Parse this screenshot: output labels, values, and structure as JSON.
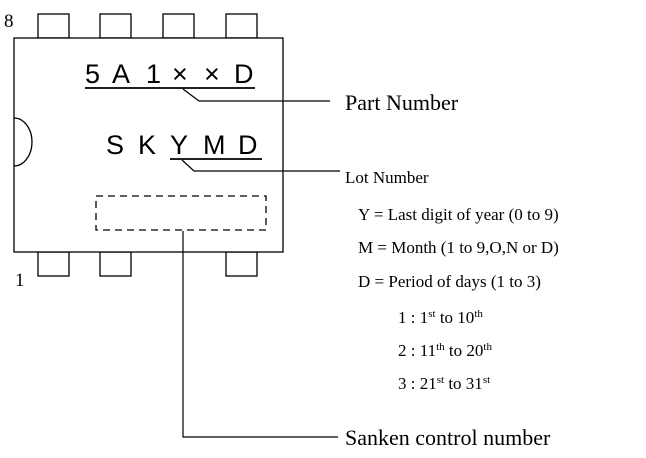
{
  "package": {
    "pin_top": "8",
    "pin_bottom": "1",
    "part_marking": [
      "5",
      "A",
      "1",
      "×",
      "×",
      "D"
    ],
    "lot_marking": [
      "S",
      "K",
      "Y",
      "M",
      "D"
    ]
  },
  "labels": {
    "part_number": "Part Number",
    "lot_number": "Lot Number",
    "control_number": "Sanken control number"
  },
  "legend": {
    "y_line": "Y = Last digit of year (0 to 9)",
    "m_line": "M = Month (1 to 9,O,N or D)",
    "d_line": "D = Period of days (1 to 3)",
    "periods": [
      {
        "n": "1 : 1",
        "s1": "st",
        "mid": " to 10",
        "s2": "th"
      },
      {
        "n": "2 : 11",
        "s1": "th",
        "mid": " to 20",
        "s2": "th"
      },
      {
        "n": "3 : 21",
        "s1": "st",
        "mid": " to 31",
        "s2": "st"
      }
    ]
  }
}
